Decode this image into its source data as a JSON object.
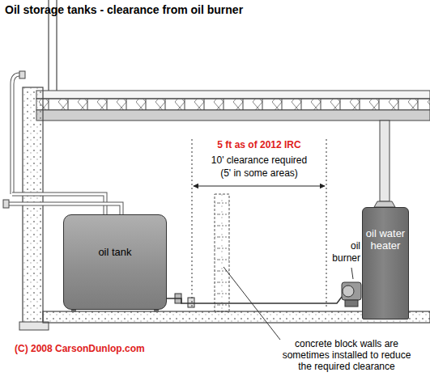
{
  "diagram": {
    "title": "Oil storage tanks - clearance from oil burner",
    "nodes": [
      {
        "text": [
          "oil tank"
        ]
      },
      {
        "text": [
          "oil burner"
        ]
      },
      {
        "text": [
          "oil water heater"
        ]
      }
    ],
    "edges": [
      {
        "from": 0,
        "to": 1,
        "arrow": "none"
      }
    ],
    "labels": [
      "5 ft as of 2012 IRC",
      "10' clearance required",
      "(5' in some areas)",
      "concrete block walls are sometimes installed to reduce the required clearance",
      "(C) 2008 CarsonDunlop.com"
    ]
  }
}
